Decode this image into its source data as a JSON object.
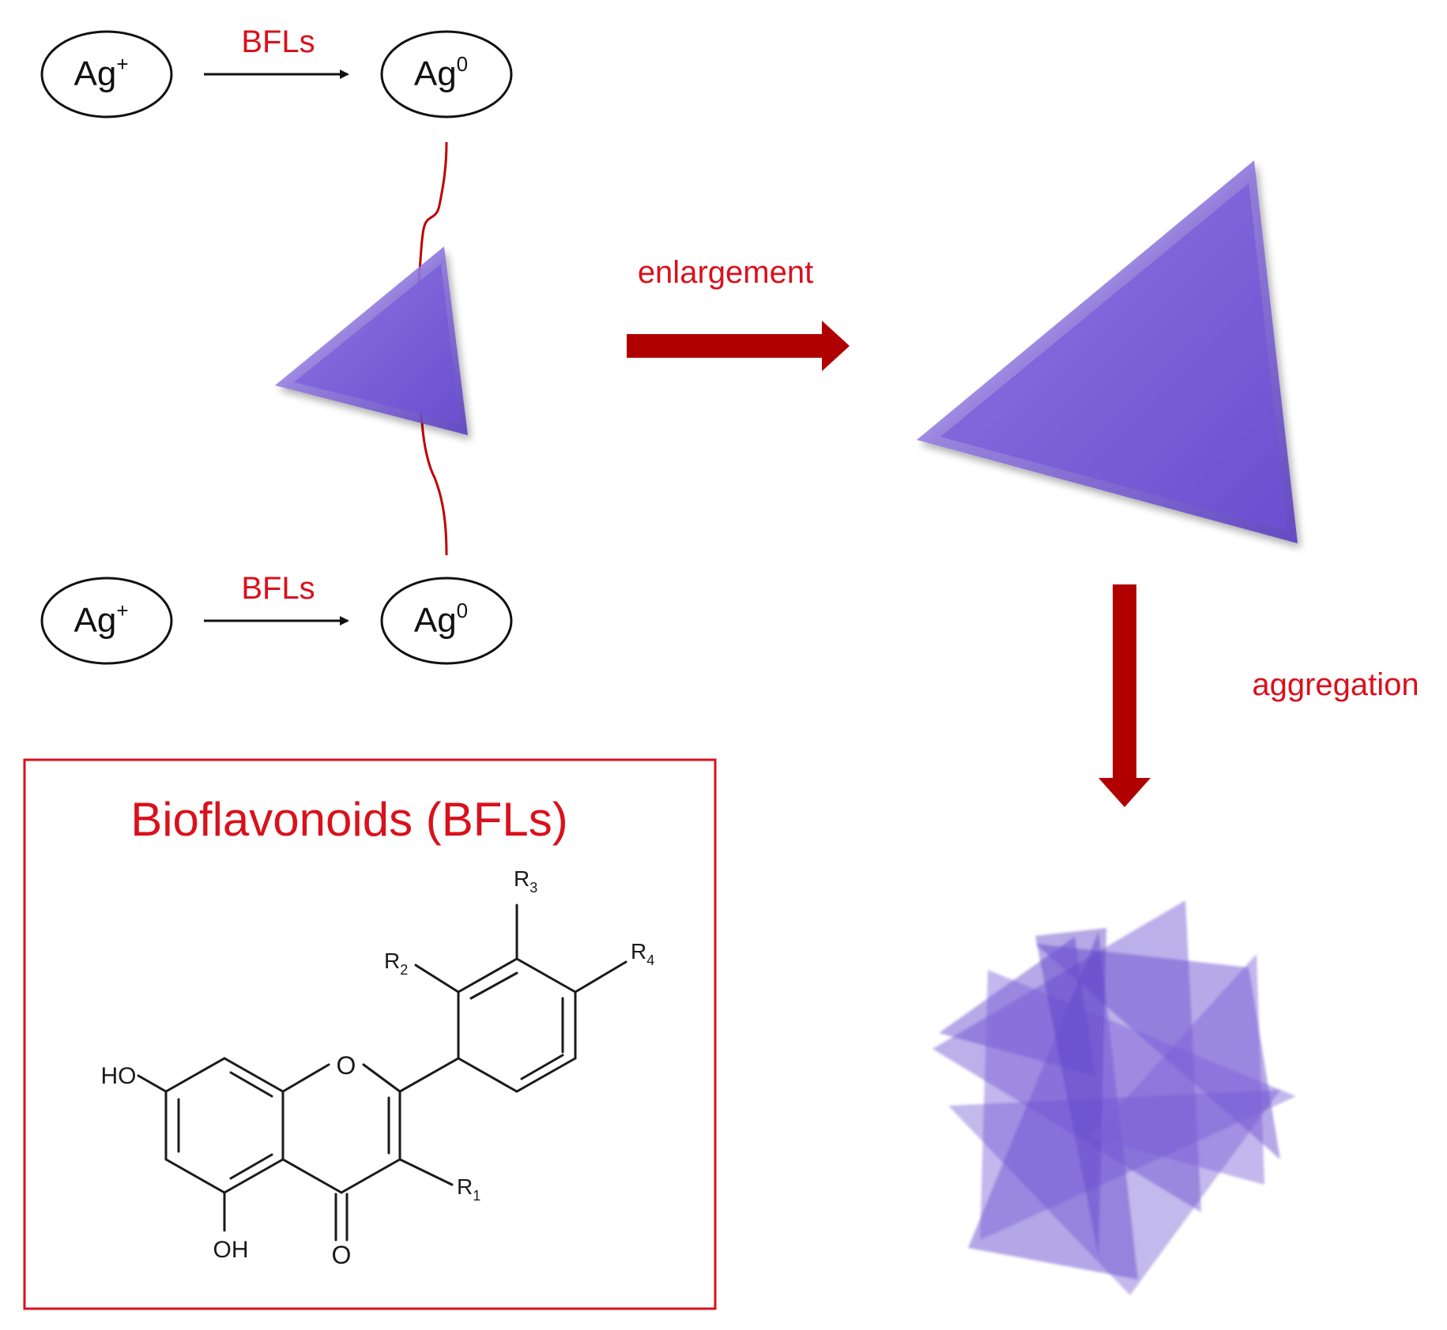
{
  "colors": {
    "accent_red": "#d9111c",
    "arrow_dark_red": "#b10000",
    "triangle_purple": "#7d63d6",
    "text_black": "#111111"
  },
  "reaction_top": {
    "reactant": "Ag",
    "reactant_charge": "+",
    "reagent": "BFLs",
    "product": "Ag",
    "product_charge": "0"
  },
  "reaction_bottom": {
    "reactant": "Ag",
    "reactant_charge": "+",
    "reagent": "BFLs",
    "product": "Ag",
    "product_charge": "0"
  },
  "steps": {
    "enlargement_label": "enlargement",
    "aggregation_label": "aggregation"
  },
  "structure_box": {
    "title": "Bioflavonoids (BFLs)",
    "atom_labels": {
      "ho_left": "HO",
      "oh_bottom": "OH",
      "ring_o": "O",
      "carbonyl_o": "O",
      "r": "R",
      "r1_sub": "1",
      "r2_sub": "2",
      "r3_sub": "3",
      "r4_sub": "4"
    }
  },
  "icons": [
    "silver-ion-node",
    "silver-atom-node",
    "small-triangle-nanoplate",
    "large-triangle-nanoplate",
    "aggregated-nanoplates",
    "flavonoid-structure"
  ]
}
